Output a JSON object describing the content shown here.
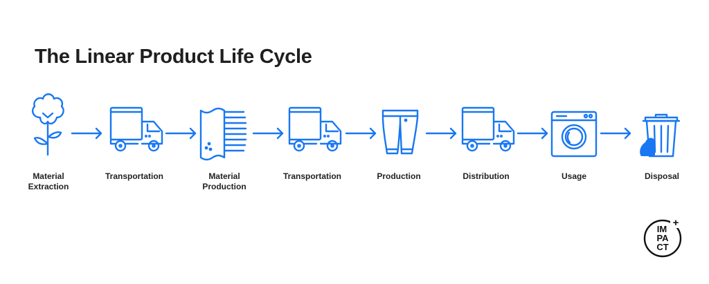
{
  "title": "The Linear Product Life Cycle",
  "accent": "#1877f2",
  "stages": [
    {
      "label": "Material\nExtraction",
      "icon": "cotton-plant-icon"
    },
    {
      "label": "Transportation",
      "icon": "truck-icon"
    },
    {
      "label": "Material\nProduction",
      "icon": "fabric-icon"
    },
    {
      "label": "Transportation",
      "icon": "truck-icon"
    },
    {
      "label": "Production",
      "icon": "jeans-icon"
    },
    {
      "label": "Distribution",
      "icon": "truck-icon"
    },
    {
      "label": "Usage",
      "icon": "washing-machine-icon"
    },
    {
      "label": "Disposal",
      "icon": "trash-can-icon"
    }
  ],
  "logo": {
    "lines": [
      "IM",
      "PA",
      "CT"
    ],
    "mark": "+"
  }
}
